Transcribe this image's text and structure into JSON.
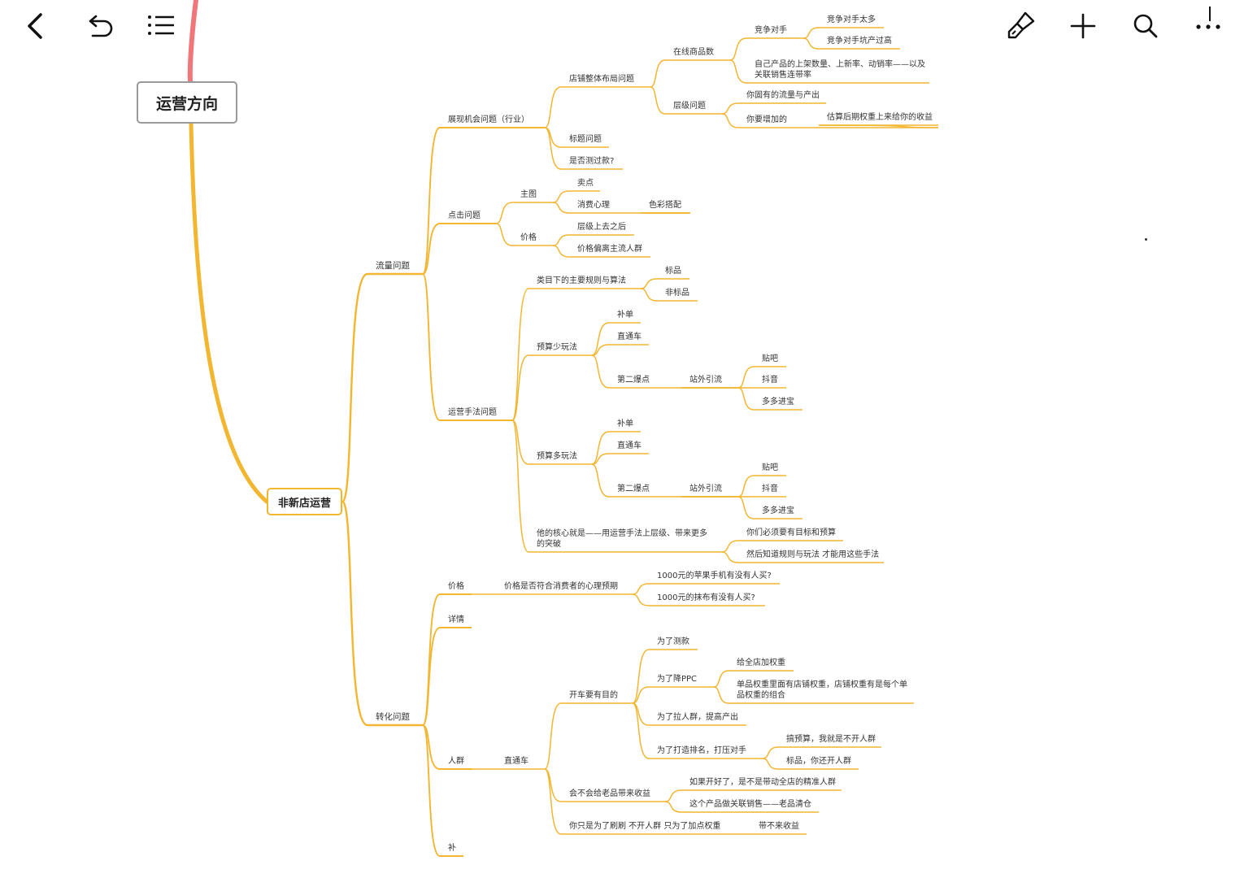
{
  "toolbar": {
    "back_icon": "chevron-left-icon",
    "undo_icon": "undo-icon",
    "outline_icon": "list-icon",
    "style_icon": "brush-icon",
    "add_icon": "plus-icon",
    "search_icon": "search-icon",
    "more_icon": "more-icon"
  },
  "colors": {
    "branch": "#f2b631",
    "root_branch": "#f0767a",
    "root_border": "#9a9a9a"
  },
  "mindmap": {
    "root": "运营方向",
    "main": "非新店运营",
    "nodes": [
      "流量问题",
      "展现机会问题（行业）",
      "店铺整体布局问题",
      "在线商品数",
      "竞争对手",
      "竞争对手太多",
      "竞争对手坑产过高",
      "自己产品的上架数量、上新率、动销率——以及关联销售连带率",
      "层级问题",
      "你固有的流量与产出",
      "你要增加的",
      "估算后期权重上来给你的收益",
      "标题问题",
      "是否测过款?",
      "点击问题",
      "主图",
      "卖点",
      "消费心理",
      "色彩搭配",
      "价格",
      "层级上去之后",
      "价格偏离主流人群",
      "运营手法问题",
      "类目下的主要规则与算法",
      "标品",
      "非标品",
      "预算少玩法",
      "补单",
      "直通车",
      "第二爆点",
      "站外引流",
      "贴吧",
      "抖音",
      "多多进宝",
      "预算多玩法",
      "补单",
      "直通车",
      "第二爆点",
      "站外引流",
      "贴吧",
      "抖音",
      "多多进宝",
      "他的核心就是——用运营手法上层级、带来更多的突破",
      "你们必须要有目标和预算",
      "然后知道规则与玩法 才能用这些手法",
      "转化问题",
      "价格",
      "价格是否符合消费者的心理预期",
      "1000元的苹果手机有没有人买?",
      "1000元的抹布有没有人买?",
      "详情",
      "人群",
      "直通车",
      "开车要有目的",
      "为了测款",
      "为了降PPC",
      "给全店加权重",
      "单品权重里面有店铺权重，店铺权重有是每个单品权重的组合",
      "为了拉人群，提高产出",
      "为了打造排名，打压对手",
      "搞预算，我就是不开人群",
      "标品，你还开人群",
      "会不会给老品带来收益",
      "如果开好了，是不是带动全店的精准人群",
      "这个产品做关联销售——老品清仓",
      "你只是为了刷刷 不开人群 只为了加点权重",
      "带不来收益",
      "补"
    ]
  }
}
